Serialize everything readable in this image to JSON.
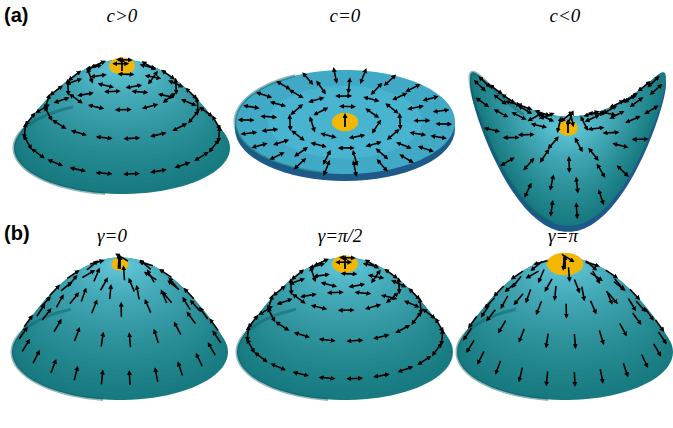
{
  "diagram": {
    "labels": [
      "(a)",
      "c>0",
      "c=0",
      "c<0",
      "(b)",
      "γ=0",
      "γ=π/2",
      "γ=π"
    ]
  }
}
